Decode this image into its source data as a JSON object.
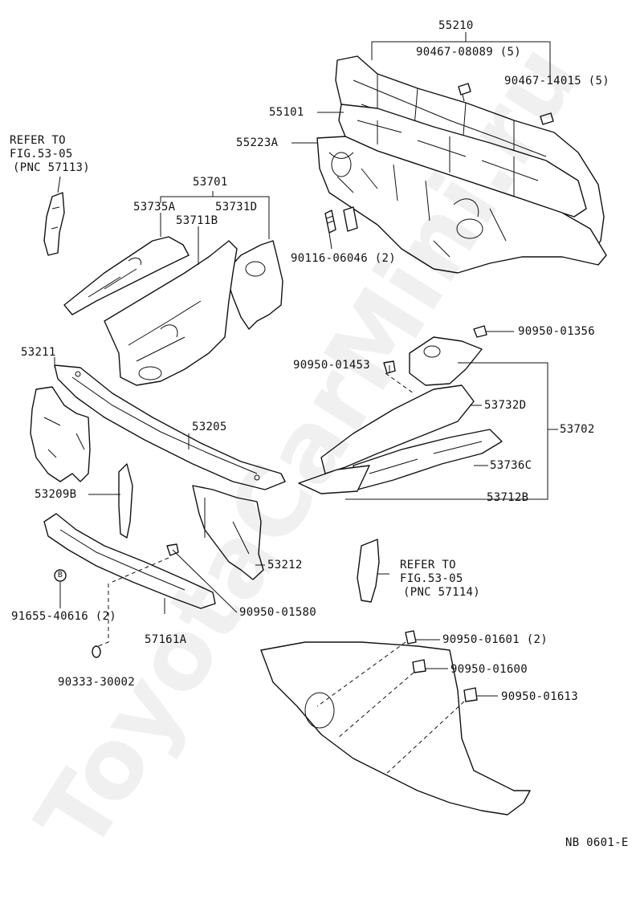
{
  "watermark": "ToyotaCarMini.ru",
  "labels": {
    "p55210": "55210",
    "p90467_08089": "90467-08089 (5)",
    "p90467_14015": "90467-14015 (5)",
    "p55101": "55101",
    "p55223a": "55223A",
    "refer_a_1": "REFER TO",
    "refer_a_2": "FIG.53-05",
    "refer_a_3": "(PNC 57113)",
    "p53701": "53701",
    "p53735a": "53735A",
    "p53731d": "53731D",
    "p53711b": "53711B",
    "p90116": "90116-06046 (2)",
    "p90950_01356": "90950-01356",
    "p90950_01453": "90950-01453",
    "p53211": "53211",
    "p53205": "53205",
    "p53732d": "53732D",
    "p53702": "53702",
    "p53736c": "53736C",
    "p53712b": "53712B",
    "p53209b": "53209B",
    "p53212": "53212",
    "refer_b_1": "REFER TO",
    "refer_b_2": "FIG.53-05",
    "refer_b_3": "(PNC 57114)",
    "circle_b": "B",
    "p91655": "91655-40616 (2)",
    "p57161a": "57161A",
    "p90950_01580": "90950-01580",
    "p90950_01601": "90950-01601 (2)",
    "p90950_01600": "90950-01600",
    "p90950_01613": "90950-01613",
    "p90333": "90333-30002",
    "code": "NB 0601-E"
  }
}
